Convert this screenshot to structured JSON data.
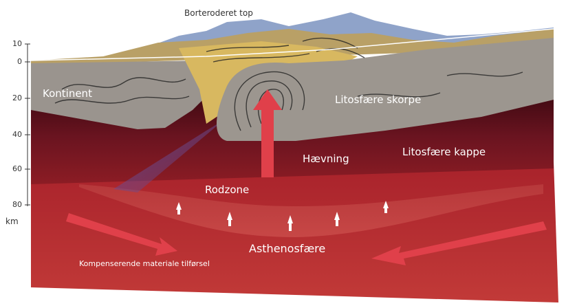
{
  "title_top": "Borteroderet top",
  "axis": {
    "ticks": [
      "10",
      "0",
      "20",
      "40",
      "60",
      "80"
    ],
    "unit": "km"
  },
  "labels": {
    "continent": "Kontinent",
    "crust": "Litosfære skorpe",
    "uplift": "Hævning",
    "mantle": "Litosfære kappe",
    "root_zone": "Rodzone",
    "asthenosphere": "Asthenosfære",
    "compensation": "Kompenserende materiale tilførsel"
  },
  "colors": {
    "sky_blue": "#8fa3c9",
    "crust_gray": "#9a948e",
    "sediment_yellow": "#d8b860",
    "mantle_dark": "#5a0f18",
    "asthenosphere_red": "#b0252c",
    "arrow_red": "#e0404a"
  }
}
